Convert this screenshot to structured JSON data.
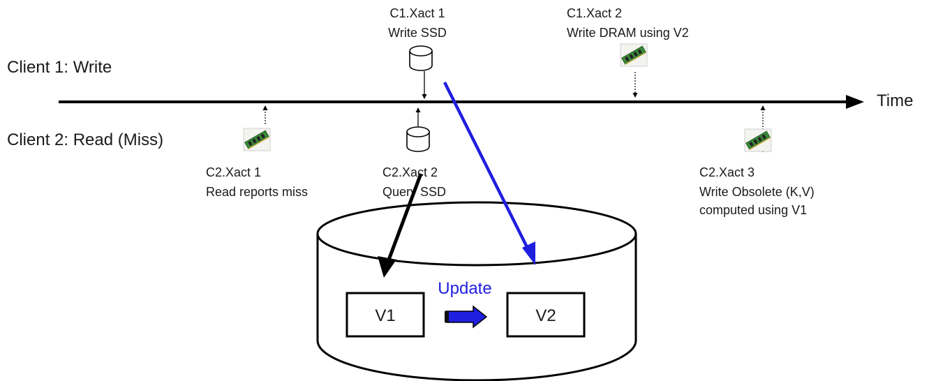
{
  "rows": {
    "client1": "Client 1: Write",
    "client2": "Client 2: Read (Miss)"
  },
  "timeline": {
    "label": "Time"
  },
  "events": {
    "c1x1": {
      "title": "C1.Xact 1",
      "desc": "Write SSD",
      "icon": "disk-icon"
    },
    "c1x2": {
      "title": "C1.Xact 2",
      "desc": "Write DRAM using V2",
      "icon": "dram-icon"
    },
    "c2x1": {
      "title": "C2.Xact 1",
      "desc": "Read reports miss",
      "icon": "dram-icon"
    },
    "c2x2": {
      "title": "C2.Xact 2",
      "desc": "Query SSD",
      "icon": "disk-icon"
    },
    "c2x3": {
      "title": "C2.Xact 3",
      "desc": "Write Obsolete (K,V)",
      "desc2": "computed using V1",
      "icon": "dram-icon"
    }
  },
  "storage": {
    "v1": "V1",
    "v2": "V2",
    "update": "Update"
  },
  "colors": {
    "line": "#000000",
    "update_arrow": "#1f1fe0",
    "update_text": "#1f1fe0",
    "dram_green": "#3d8a3a"
  }
}
